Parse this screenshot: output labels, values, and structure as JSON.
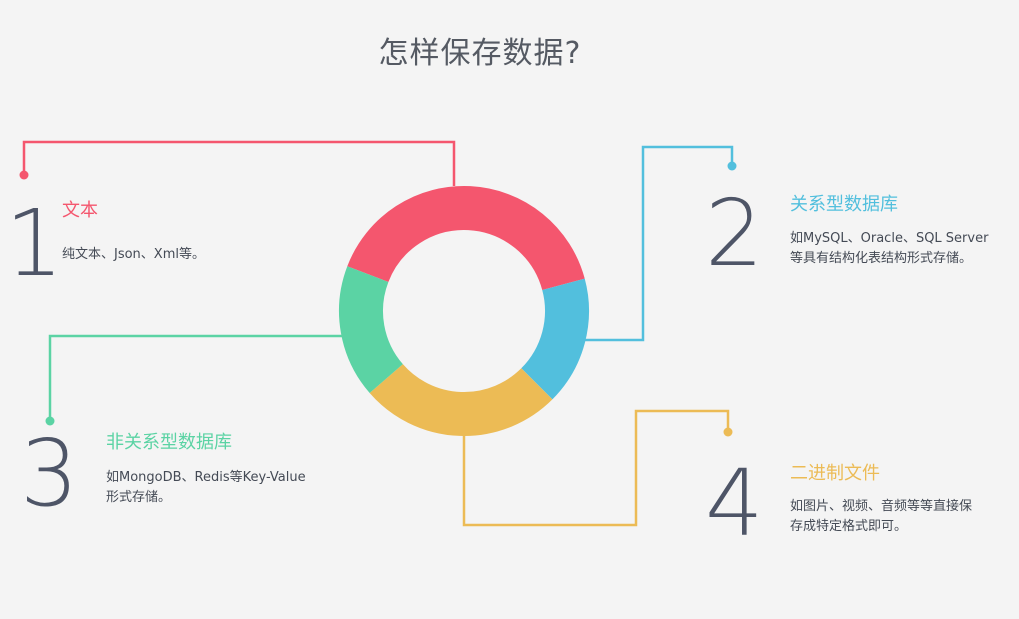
{
  "page": {
    "title": "怎样保存数据?"
  },
  "colors": {
    "red": "#f4566e",
    "blue": "#52bfdd",
    "green": "#5bd3a4",
    "yellow": "#ecbb55",
    "number": "#4e5567",
    "text": "#444a55",
    "background": "#f4f4f4"
  },
  "items": [
    {
      "number": "1",
      "title": "文本",
      "desc": [
        "纯文本、Json、Xml等。"
      ],
      "color": "#f4566e"
    },
    {
      "number": "2",
      "title": "关系型数据库",
      "desc": [
        "如MySQL、Oracle、SQL Server",
        "等具有结构化表结构形式存储。"
      ],
      "color": "#52bfdd"
    },
    {
      "number": "3",
      "title": "非关系型数据库",
      "desc": [
        "如MongoDB、Redis等Key-Value",
        "形式存储。"
      ],
      "color": "#5bd3a4"
    },
    {
      "number": "4",
      "title": "二进制文件",
      "desc": [
        "如图片、视频、音频等等直接保",
        "存成特定格式即可。"
      ],
      "color": "#ecbb55"
    }
  ]
}
